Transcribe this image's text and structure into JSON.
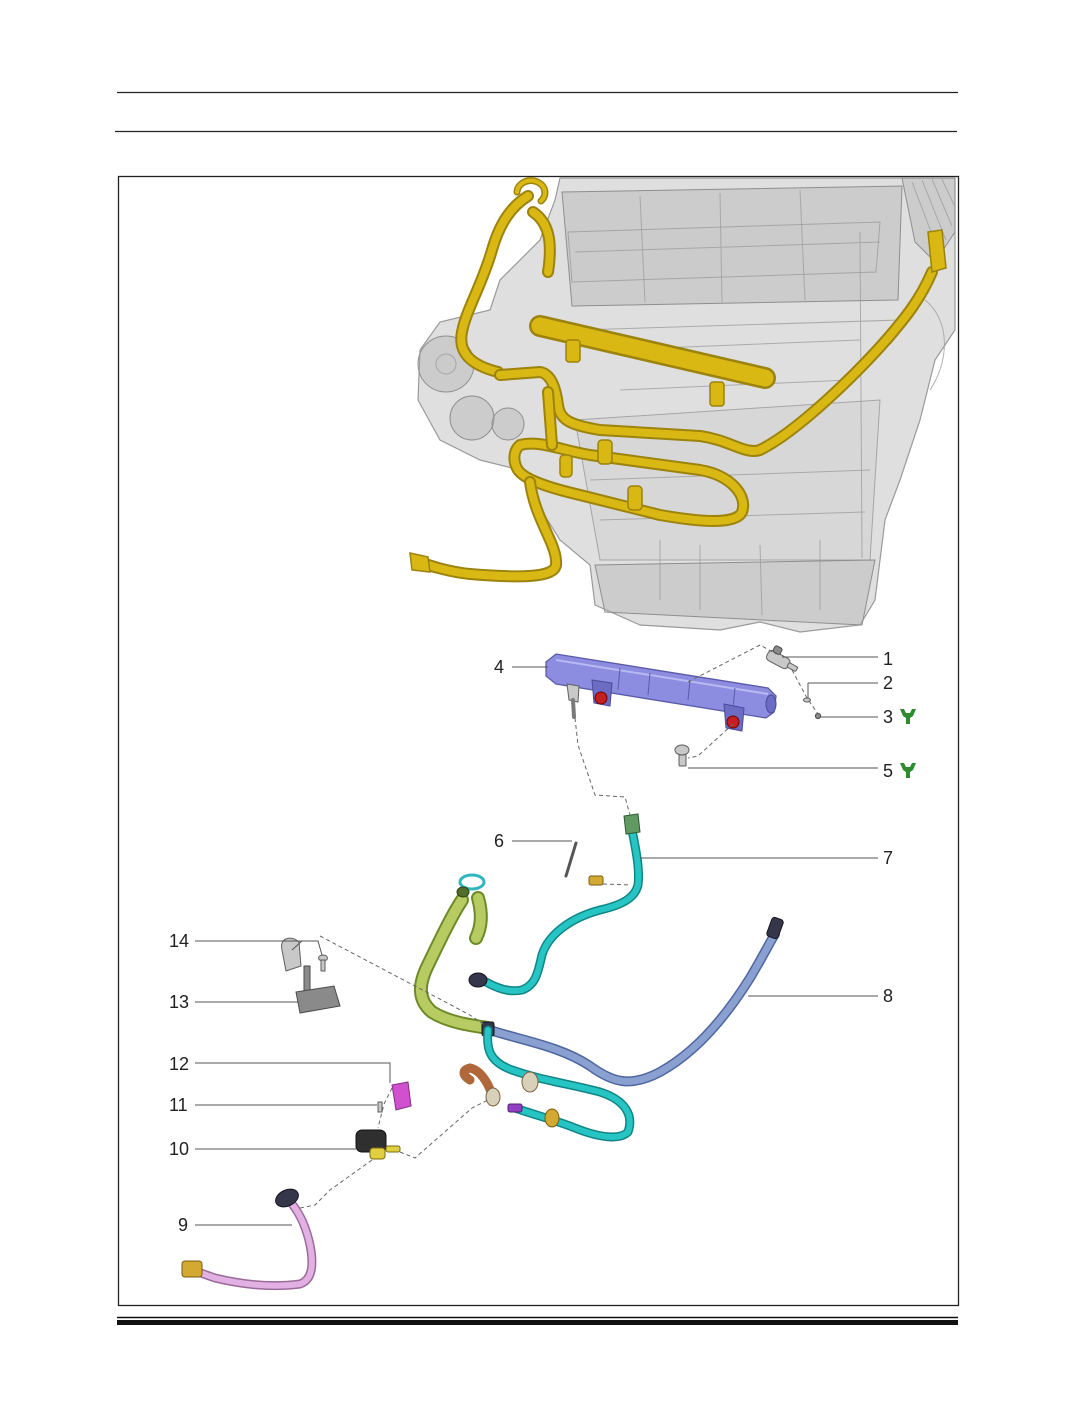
{
  "figure": {
    "callouts": [
      {
        "label": "1"
      },
      {
        "label": "2"
      },
      {
        "label": "3",
        "icon": "torque-wrench-icon"
      },
      {
        "label": "4"
      },
      {
        "label": "5",
        "icon": "torque-wrench-icon"
      },
      {
        "label": "6"
      },
      {
        "label": "7"
      },
      {
        "label": "8"
      },
      {
        "label": "9"
      },
      {
        "label": "10"
      },
      {
        "label": "11"
      },
      {
        "label": "12"
      },
      {
        "label": "13"
      },
      {
        "label": "14"
      }
    ]
  },
  "colors": {
    "engine_fuel_lines": "#d9b814",
    "fuel_rail": "#8c8ce0",
    "fuel_ports": "#c42020",
    "fuel_supply_line": "#27c4c4",
    "purge_tube": "#b6cc62",
    "vapor_line": "#8aa0d0",
    "purge_hose": "#e3b0e3",
    "torque_icon": "#2e8b2e"
  }
}
